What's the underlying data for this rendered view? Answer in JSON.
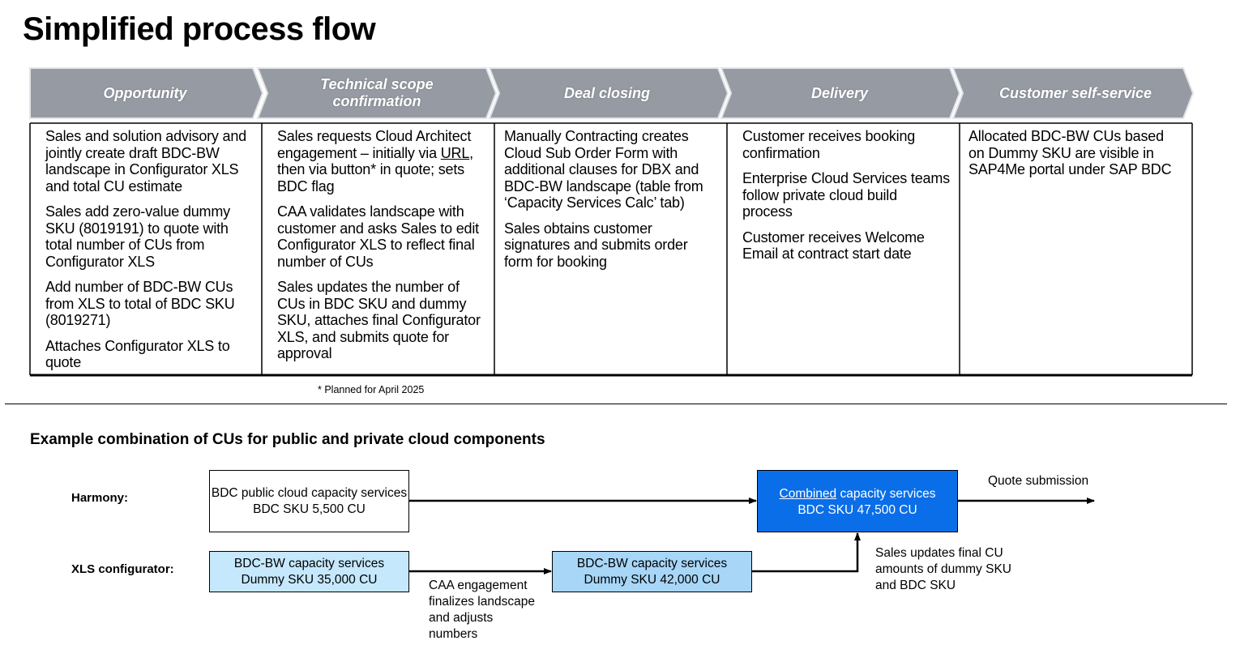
{
  "title": "Simplified process flow",
  "phases": [
    {
      "label": "Opportunity",
      "items": [
        "Sales and solution advisory and jointly create draft BDC-BW landscape in Configurator XLS and total CU estimate",
        "Sales add zero-value dummy SKU (8019191) to quote with total number of CUs from Configurator XLS",
        "Add number of BDC-BW CUs from XLS to total of BDC SKU (8019271)",
        "Attaches Configurator XLS to quote"
      ]
    },
    {
      "label": "Technical scope confirmation",
      "items": [
        {
          "before": "Sales requests Cloud Architect engagement – initially via ",
          "link": "URL",
          "after": ", then via button* in quote; sets BDC flag"
        },
        "CAA validates landscape with customer and asks Sales to edit Configurator XLS to reflect final number of CUs",
        "Sales updates the number of CUs in BDC SKU and dummy SKU, attaches final Configurator XLS, and submits quote for approval"
      ]
    },
    {
      "label": "Deal closing",
      "items": [
        "Manually Contracting creates Cloud Sub Order Form with additional clauses for DBX and BDC-BW landscape (table from ‘Capacity Services Calc’ tab)",
        "Sales obtains customer signatures and submits order form for booking"
      ]
    },
    {
      "label": "Delivery",
      "items": [
        "Customer receives booking confirmation",
        "Enterprise Cloud Services teams follow private cloud build process",
        "Customer receives Welcome Email at contract start date"
      ]
    },
    {
      "label": "Customer self-service",
      "items": [
        "Allocated BDC-BW CUs based on Dummy SKU are visible in SAP4Me portal under SAP BDC"
      ]
    }
  ],
  "footnote": "* Planned for April 2025",
  "example": {
    "title": "Example combination of CUs for public and private cloud components",
    "harmony_label": "Harmony:",
    "xls_label": "XLS configurator:",
    "public_box": {
      "line1": "BDC public cloud capacity services",
      "line2": "BDC SKU 5,500 CU"
    },
    "dummy_box1": {
      "line1": "BDC-BW capacity services",
      "line2": "Dummy SKU 35,000 CU"
    },
    "dummy_box2": {
      "line1": "BDC-BW capacity services",
      "line2": "Dummy SKU 42,000 CU"
    },
    "combined_box": {
      "word": "Combined",
      "rest": " capacity services",
      "line2": "BDC SKU 47,500 CU"
    },
    "caa_note": "CAA engagement finalizes landscape and adjusts numbers",
    "sales_note": "Sales updates final CU amounts of dummy SKU and BDC SKU",
    "quote_submission": "Quote submission"
  },
  "colors": {
    "chevron": "#969ba3",
    "chevron_border": "#e2e4e7",
    "light_blue": "#c5e8fd",
    "mid_blue": "#a7d6f7",
    "combined_blue": "#0a6ee8"
  }
}
